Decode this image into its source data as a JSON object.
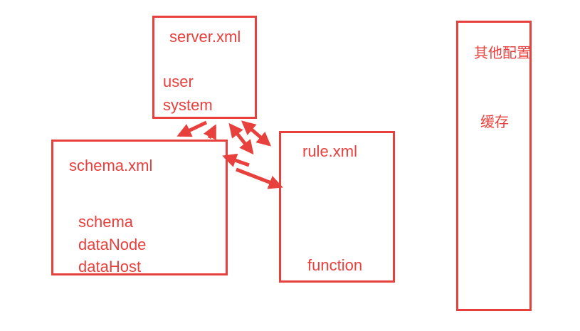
{
  "server": {
    "title": "server.xml",
    "items": [
      "user",
      "system"
    ]
  },
  "schema": {
    "title": "schema.xml",
    "items": [
      "schema",
      "dataNode",
      "dataHost"
    ]
  },
  "rule": {
    "title": "rule.xml",
    "items": [
      "function"
    ]
  },
  "other": {
    "title": "其他配置",
    "items": [
      "缓存"
    ]
  },
  "colors": {
    "stroke": "#e8403d"
  }
}
